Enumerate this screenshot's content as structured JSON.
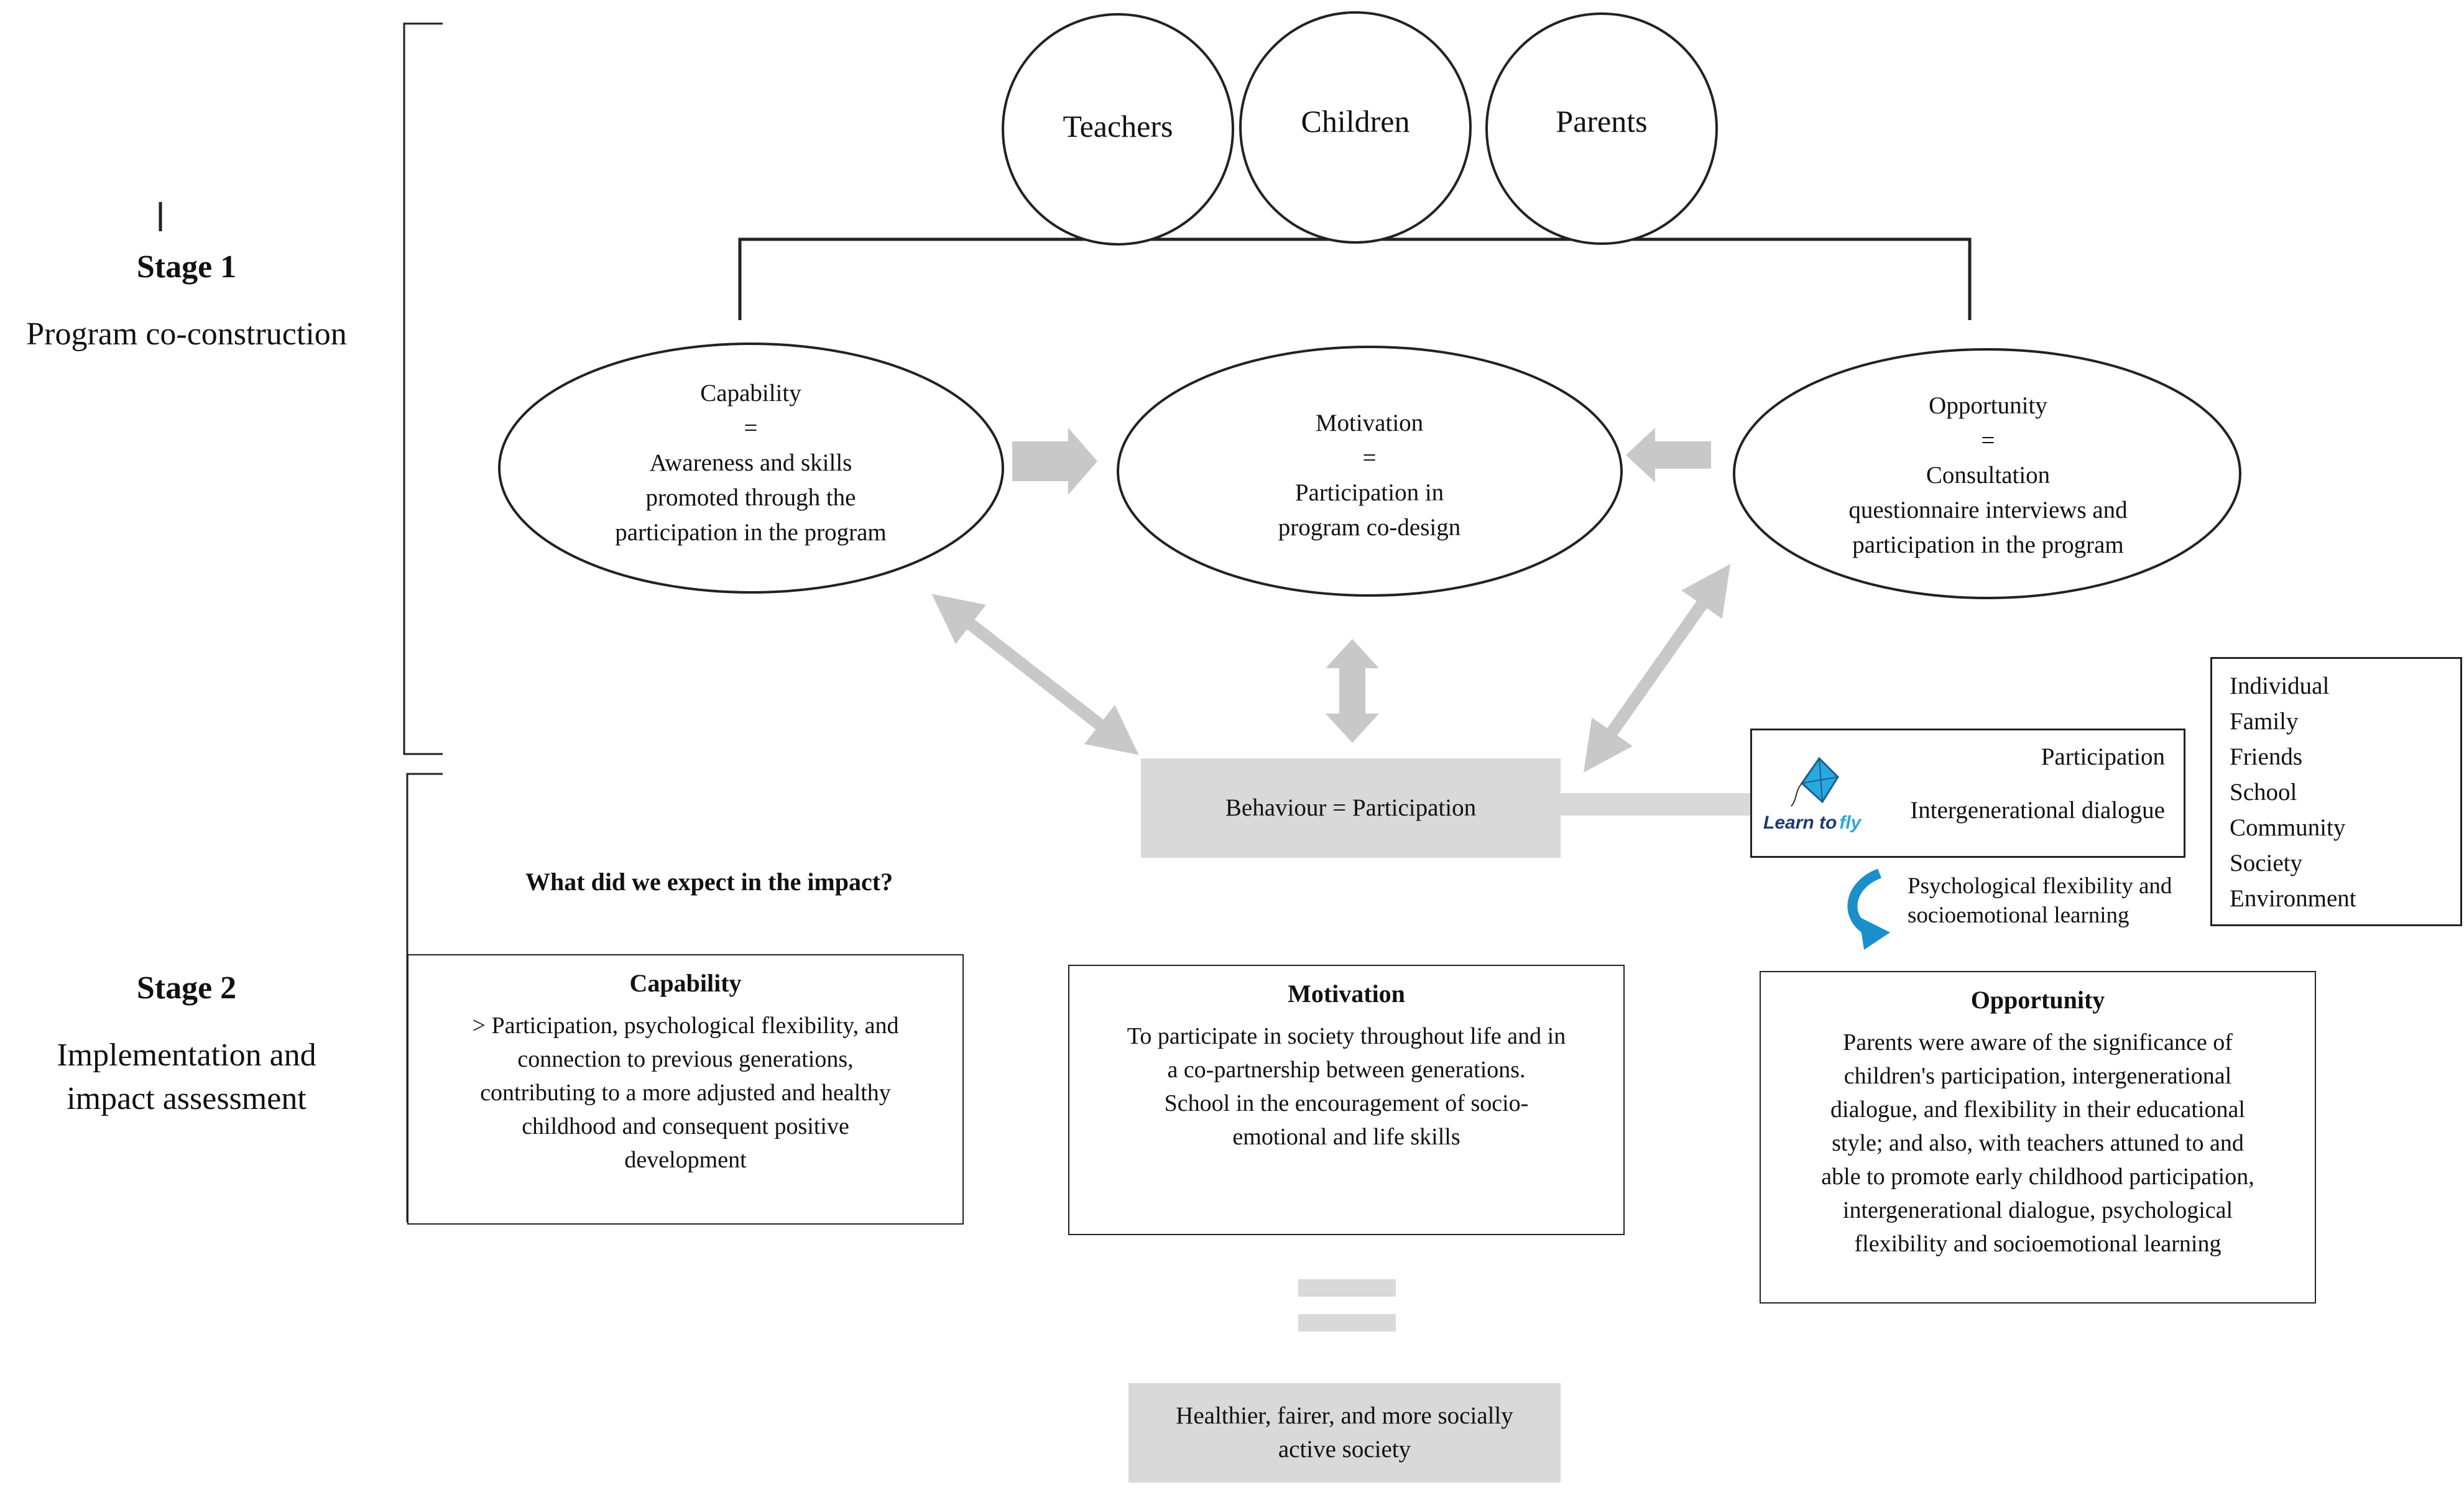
{
  "stage1": {
    "title": "Stage 1",
    "subtitle": "Program co-construction"
  },
  "stage2": {
    "title": "Stage 2",
    "subtitle_line1": "Implementation and",
    "subtitle_line2": "impact assessment"
  },
  "actors": [
    {
      "label": "Teachers"
    },
    {
      "label": "Children"
    },
    {
      "label": "Parents"
    }
  ],
  "capability_ellipse": {
    "title": "Capability",
    "equals": "=",
    "line1": "Awareness and skills",
    "line2": "promoted through the",
    "line3": "participation in the program"
  },
  "motivation_ellipse": {
    "title": "Motivation",
    "equals": "=",
    "line1": "Participation in",
    "line2": "program co-design"
  },
  "opportunity_ellipse": {
    "title": "Opportunity",
    "equals": "=",
    "line1": "Consultation",
    "line2": "questionnaire interviews and",
    "line3": "participation in the program"
  },
  "behaviour": {
    "label": "Behaviour = Participation"
  },
  "program_box": {
    "logo_text_a": "Learn to",
    "logo_text_b": "fly",
    "participation": "Participation",
    "dialogue": "Intergenerational dialogue"
  },
  "flexibility_note": {
    "line1": "Psychological flexibility and",
    "line2": "socioemotional learning"
  },
  "levels": [
    "Individual",
    "Family",
    "Friends",
    "School",
    "Community",
    "Society",
    "Environment"
  ],
  "impact_question": "What did we expect in the impact?",
  "capability_box": {
    "title": "Capability",
    "line1": "> Participation, psychological flexibility, and",
    "line2": "connection to previous generations,",
    "line3": "contributing to a more adjusted and healthy",
    "line4": "childhood and consequent positive",
    "line5": "development"
  },
  "motivation_box": {
    "title": "Motivation",
    "line1": "To participate in society throughout life and in",
    "line2": "a co-partnership between generations.",
    "line3": "School in the encouragement of socio-",
    "line4": "emotional and life skills"
  },
  "opportunity_box": {
    "title": "Opportunity",
    "line1": "Parents were aware of the significance of",
    "line2": "children's participation, intergenerational",
    "line3": "dialogue, and flexibility in their educational",
    "line4": "style; and also, with teachers attuned to and",
    "line5": "able to promote early childhood participation,",
    "line6": "intergenerational dialogue, psychological",
    "line7": "flexibility and socioemotional learning"
  },
  "outcome": {
    "line1": "Healthier, fairer, and more socially",
    "line2": "active society"
  },
  "colors": {
    "arrow_gray": "#c8c8c8",
    "box_gray": "#d9d9d9",
    "kite_blue": "#1b8fc9",
    "logo_sky": "#29a8e0"
  }
}
